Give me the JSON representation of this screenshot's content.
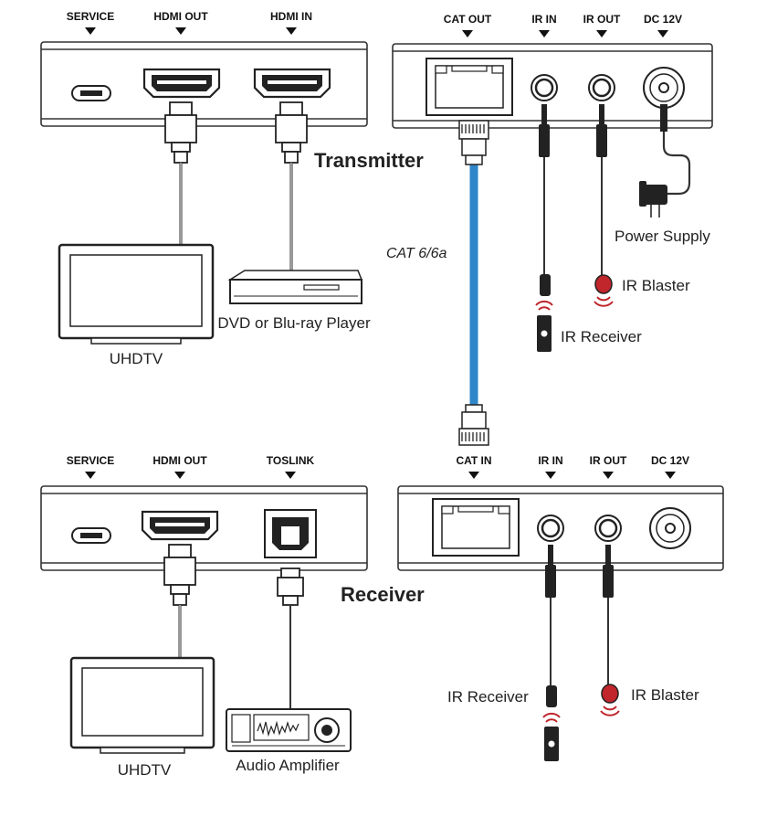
{
  "titles": {
    "transmitter": "Transmitter",
    "receiver": "Receiver"
  },
  "cable_label": "CAT 6/6a",
  "transmitter": {
    "ports_left": {
      "service": "SERVICE",
      "hdmi_out": "HDMI OUT",
      "hdmi_in": "HDMI IN"
    },
    "ports_right": {
      "cat_out": "CAT OUT",
      "ir_in": "IR IN",
      "ir_out": "IR OUT",
      "dc": "DC 12V"
    },
    "devices": {
      "tv": "UHDTV",
      "player": "DVD or Blu-ray Player",
      "power": "Power Supply",
      "ir_blaster": "IR Blaster",
      "ir_receiver": "IR Receiver"
    }
  },
  "receiver": {
    "ports_left": {
      "service": "SERVICE",
      "hdmi_out": "HDMI OUT",
      "toslink": "TOSLINK"
    },
    "ports_right": {
      "cat_in": "CAT IN",
      "ir_in": "IR IN",
      "ir_out": "IR OUT",
      "dc": "DC 12V"
    },
    "devices": {
      "tv": "UHDTV",
      "amp": "Audio Amplifier",
      "ir_receiver": "IR Receiver",
      "ir_blaster": "IR Blaster"
    }
  },
  "colors": {
    "cable": "#2f86c8",
    "ir_led": "#c0262c",
    "line": "#333333"
  }
}
